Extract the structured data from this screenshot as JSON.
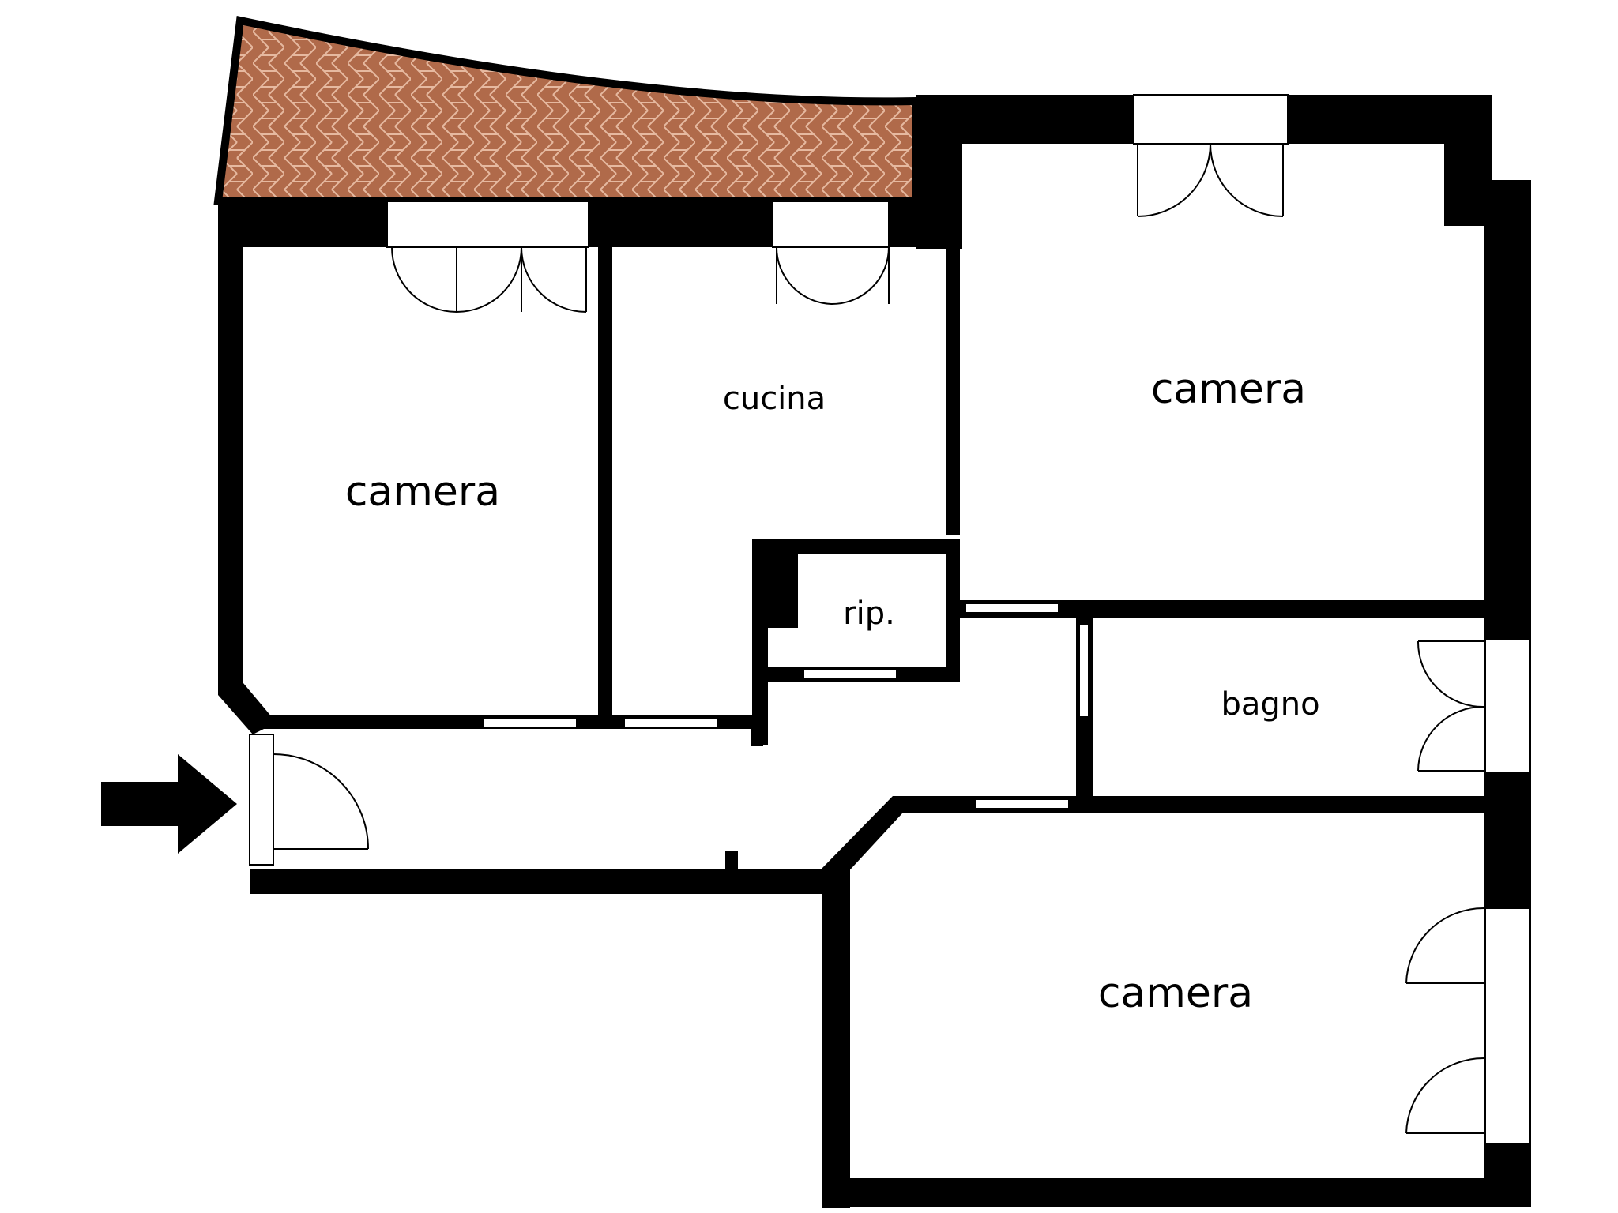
{
  "floor_plan": {
    "rooms": [
      {
        "id": "camera-1",
        "label": "camera"
      },
      {
        "id": "cucina",
        "label": "cucina"
      },
      {
        "id": "camera-2",
        "label": "camera"
      },
      {
        "id": "ripostiglio",
        "label": "rip."
      },
      {
        "id": "bagno",
        "label": "bagno"
      },
      {
        "id": "camera-3",
        "label": "camera"
      }
    ],
    "colors": {
      "wall": "#000000",
      "terrace_base": "#b06a4a",
      "terrace_grout": "#e6b9a0",
      "background": "#ffffff"
    },
    "entrance_marker": "arrow-right-icon"
  }
}
